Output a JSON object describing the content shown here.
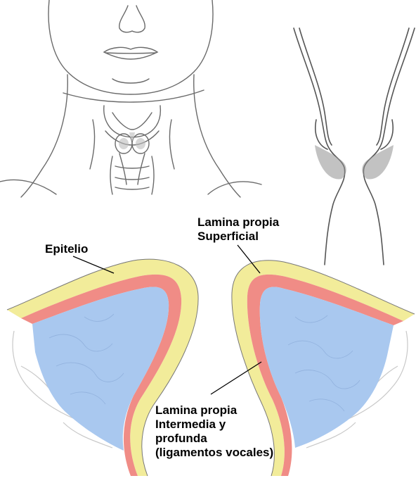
{
  "labels": {
    "epitelio": "Epitelio",
    "lamina_superficial": [
      "Lamina propia",
      "Superficial"
    ],
    "lamina_intermedia": [
      "Lamina propia",
      "Intermedia y",
      "profunda",
      "(ligamentos vocales)"
    ]
  },
  "colors": {
    "epithelium": "#f2ec9a",
    "lamina_superficial": "#f08c86",
    "vocalis_muscle": "#a9c8ef",
    "line_art": "#555555"
  }
}
